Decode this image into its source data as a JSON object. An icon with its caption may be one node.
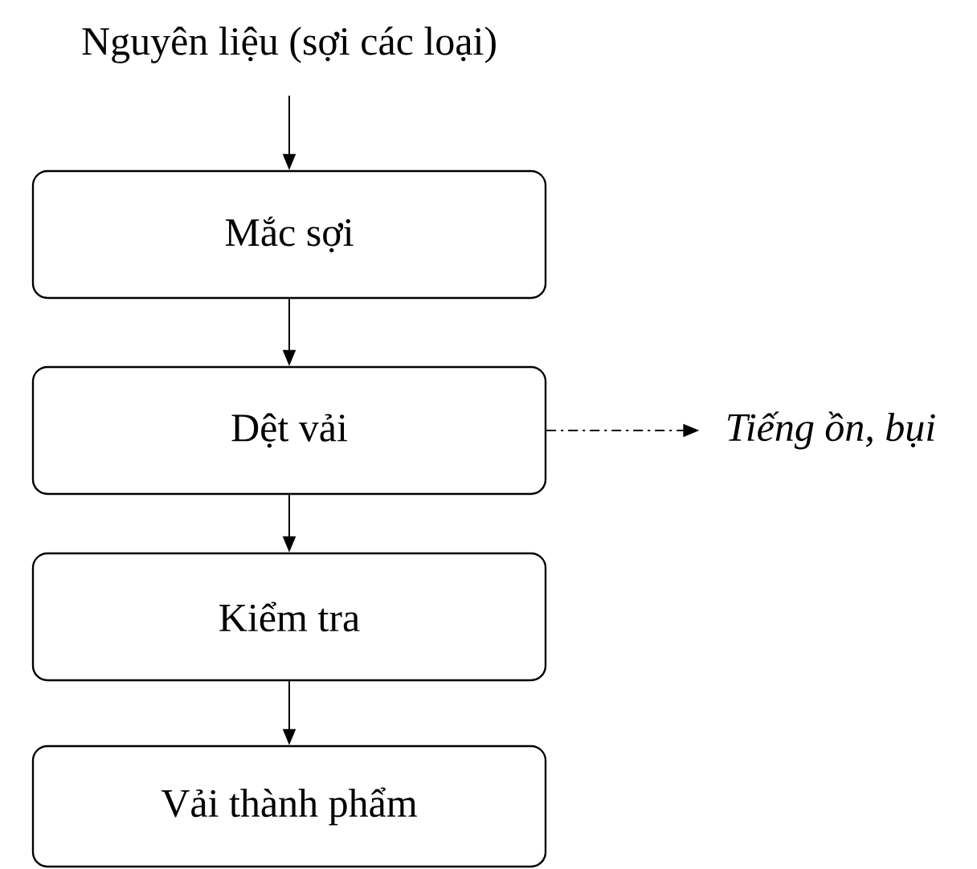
{
  "diagram": {
    "nodes": [
      {
        "text": [
          "Nguyên liệu (sợi các loại)"
        ]
      },
      {
        "text": [
          "Mắc sợi"
        ]
      },
      {
        "text": [
          "Dệt vải"
        ]
      },
      {
        "text": [
          "Kiểm tra"
        ]
      },
      {
        "text": [
          "Vải thành phẩm"
        ]
      },
      {
        "text": [
          "Tiếng ồn, bụi"
        ]
      }
    ],
    "edges": [
      {
        "from": 0,
        "to": 1,
        "arrow": "to"
      },
      {
        "from": 1,
        "to": 2,
        "arrow": "to"
      },
      {
        "from": 2,
        "to": 3,
        "arrow": "to"
      },
      {
        "from": 3,
        "to": 4,
        "arrow": "to"
      },
      {
        "from": 2,
        "to": 5,
        "arrow": "to",
        "style": "dashed"
      }
    ]
  }
}
